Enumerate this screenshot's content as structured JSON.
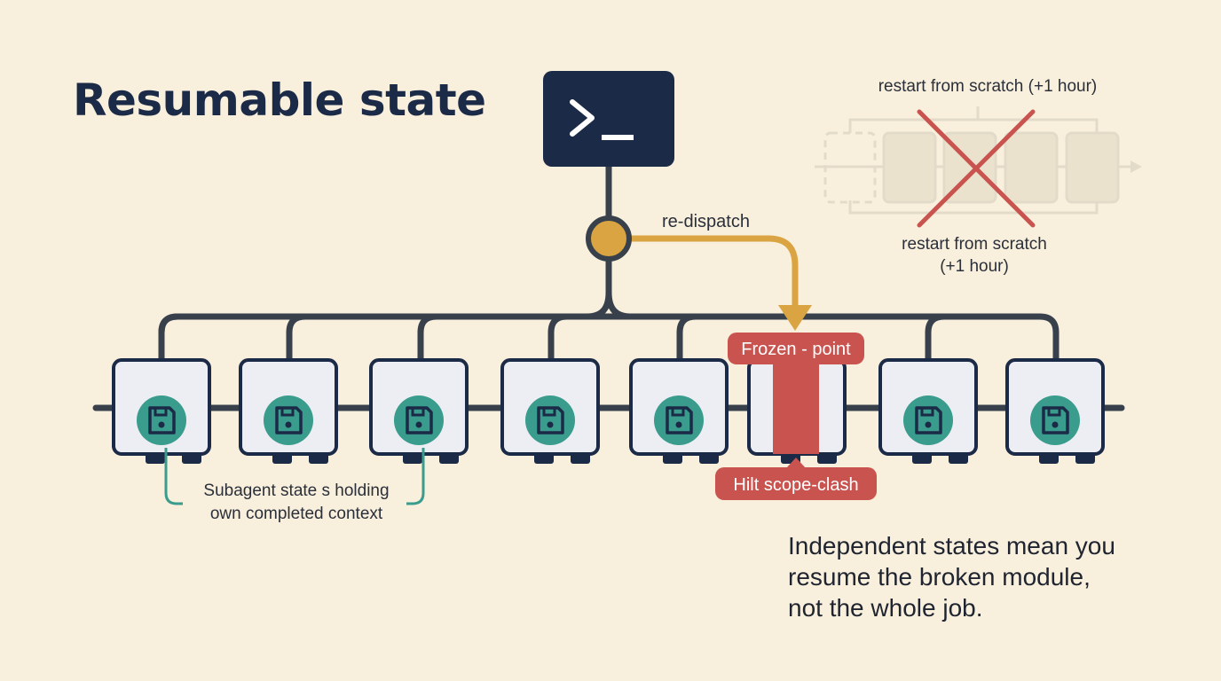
{
  "title": "Resumable state",
  "terminal": {
    "icon": "terminal-prompt-icon"
  },
  "dispatch": {
    "label": "re-dispatch",
    "node_color": "#d9a441",
    "line_color": "#d9a441"
  },
  "restart": {
    "top_label": "restart from scratch (+1 hour)",
    "bottom_label_lines": [
      "restart from scratch",
      "(+1 hour)"
    ],
    "cross_color": "#c9544f"
  },
  "modules": [
    {
      "state": "saved",
      "icon": "save-disk-icon"
    },
    {
      "state": "saved",
      "icon": "save-disk-icon"
    },
    {
      "state": "saved",
      "icon": "save-disk-icon"
    },
    {
      "state": "saved",
      "icon": "save-disk-icon"
    },
    {
      "state": "saved",
      "icon": "save-disk-icon"
    },
    {
      "state": "frozen",
      "icon": ""
    },
    {
      "state": "saved",
      "icon": "save-disk-icon"
    },
    {
      "state": "saved",
      "icon": "save-disk-icon"
    }
  ],
  "frozen": {
    "top_label": "Frozen - point",
    "bottom_label": "Hilt scope-clash",
    "color": "#c9544f"
  },
  "callout": {
    "lines": [
      "Subagent state s holding",
      "own completed context"
    ],
    "color": "#3a9c8c"
  },
  "takeaway": {
    "lines": [
      "Independent states mean you",
      "resume the broken module,",
      "not the whole job."
    ]
  },
  "colors": {
    "background": "#f8efdc",
    "navy": "#1b2a47",
    "teal": "#3a9c8c",
    "line": "#38404c"
  }
}
